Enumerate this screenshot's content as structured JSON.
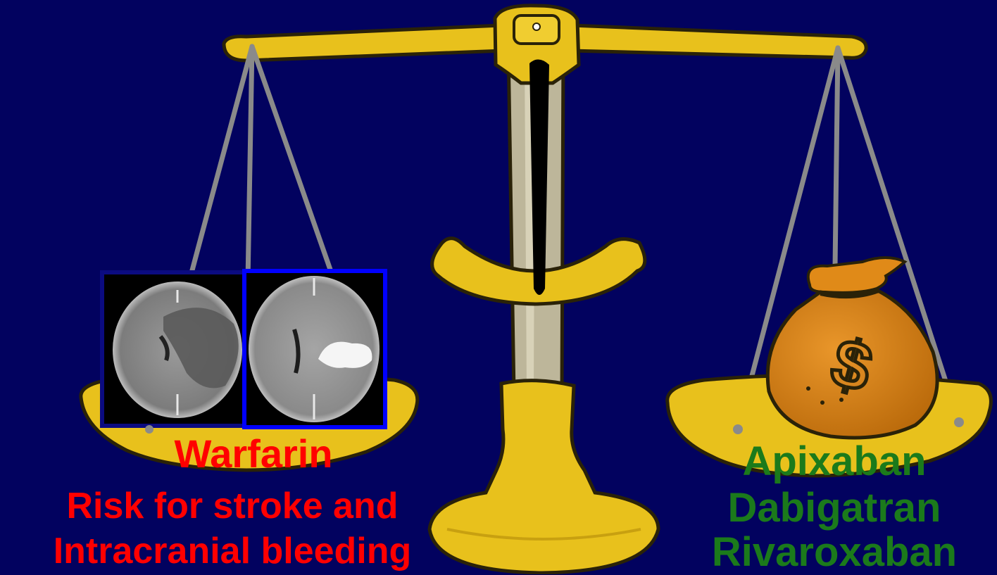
{
  "colors": {
    "background": "#02025f",
    "brass": "#e8c11c",
    "brass_outline": "#2a2208",
    "post": "#bdb69a",
    "strings": "#8a8a8a",
    "bag": "#d47f12",
    "warfarin_text": "#ff0000",
    "doac_text": "#1b7a1b",
    "scan_frame_left": "#0b0b80",
    "scan_frame_right": "#0000ff"
  },
  "left_pan": {
    "title": "Warfarin",
    "line2": "Risk for stroke and",
    "line3": "Intracranial bleeding",
    "images": [
      "ct-scan-infarct",
      "ct-scan-hemorrhage"
    ]
  },
  "right_pan": {
    "line1": "Apixaban",
    "line2": "Dabigatran",
    "line3": "Rivaroxaban",
    "icon": "money-bag-icon",
    "symbol": "$"
  }
}
